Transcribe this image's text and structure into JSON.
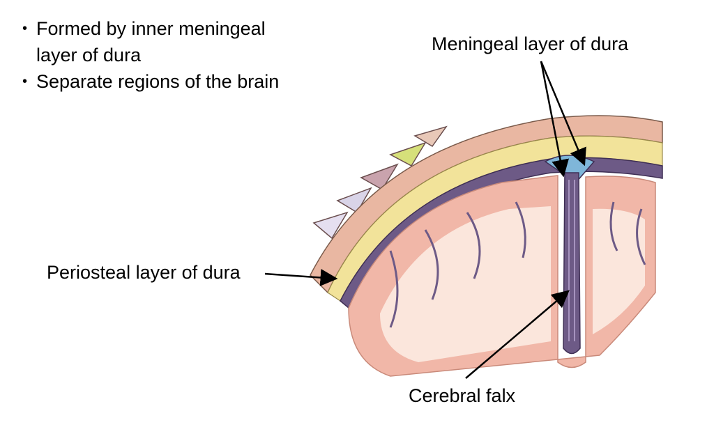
{
  "bullets": [
    {
      "line1": "Formed by inner meningeal",
      "line2": "layer of dura"
    },
    {
      "line1": "Separate regions of the brain",
      "line2": ""
    }
  ],
  "labels": {
    "meningeal": "Meningeal layer of dura",
    "periosteal": "Periosteal layer of dura",
    "falx": "Cerebral falx"
  },
  "colors": {
    "scalp": "#e9b7a2",
    "bone": "#f2e39a",
    "dura": "#6d5a86",
    "sinus": "#7fb6d9",
    "cortex": "#f1b7a8",
    "white_matter": "#fbe6dc"
  }
}
